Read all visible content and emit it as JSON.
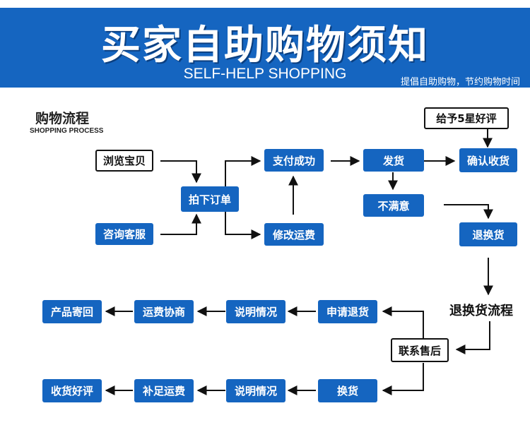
{
  "header": {
    "title": "买家自助购物须知",
    "subtitle": "SELF-HELP SHOPPING",
    "slogan": "提倡自助购物，节约购物时间"
  },
  "section": {
    "title": "购物流程",
    "subtitle": "SHOPPING PROCESS"
  },
  "nodes": {
    "browse": "浏览宝贝",
    "consult": "咨询客服",
    "order": "拍下订单",
    "pay": "支付成功",
    "modify_fee": "修改运费",
    "ship": "发货",
    "unsatisfied": "不满意",
    "five_star": "给予5星好评",
    "confirm": "确认收货",
    "return_exchange": "退换货",
    "contact": "联系售后",
    "apply_return": "申请退货",
    "explain_1": "说明情况",
    "negotiate_fee": "运费协商",
    "send_back": "产品寄回",
    "exchange": "换货",
    "explain_2": "说明情况",
    "supplement_fee": "补足运费",
    "receive_review": "收货好评"
  },
  "return_flow_label": "退换货流程",
  "colors": {
    "banner": "#1565c0",
    "box": "#1565c0",
    "text_dark": "#111111"
  }
}
